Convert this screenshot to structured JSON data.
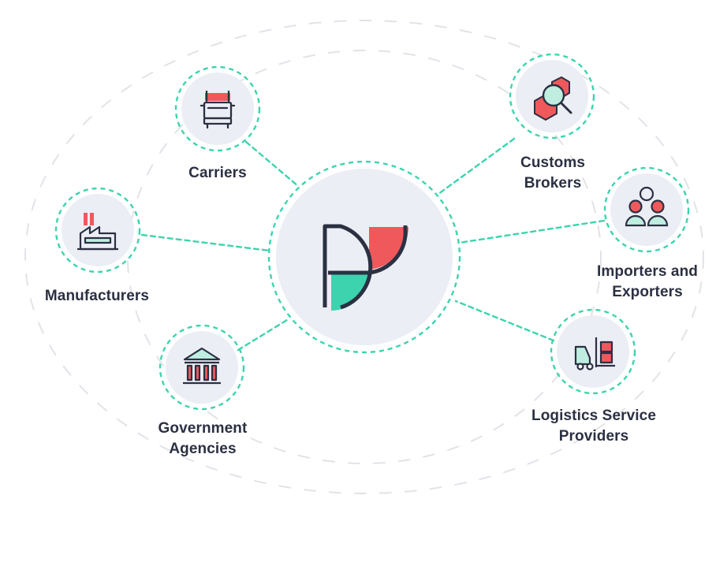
{
  "diagram": {
    "hub": {
      "icon": "flexport-logo-icon"
    },
    "colors": {
      "connector": "#3dd3ae",
      "node_fill": "#eceef5",
      "ring": "#e2e3e8",
      "accent_red": "#f0595c",
      "accent_teal": "#3dd3ae",
      "ink": "#2b3042"
    },
    "nodes": {
      "carriers": {
        "lines": [
          "Carriers"
        ],
        "icon": "truck-icon"
      },
      "customs_brokers": {
        "lines": [
          "Customs",
          "Brokers"
        ],
        "icon": "package-magnifier-icon"
      },
      "manufacturers": {
        "lines": [
          "Manufacturers"
        ],
        "icon": "factory-icon"
      },
      "importers_exporters": {
        "lines": [
          "Importers and",
          "Exporters"
        ],
        "icon": "people-icon"
      },
      "government_agencies": {
        "lines": [
          "Government",
          "Agencies"
        ],
        "icon": "government-building-icon"
      },
      "logistics_providers": {
        "lines": [
          "Logistics Service",
          "Providers"
        ],
        "icon": "forklift-icon"
      }
    }
  }
}
